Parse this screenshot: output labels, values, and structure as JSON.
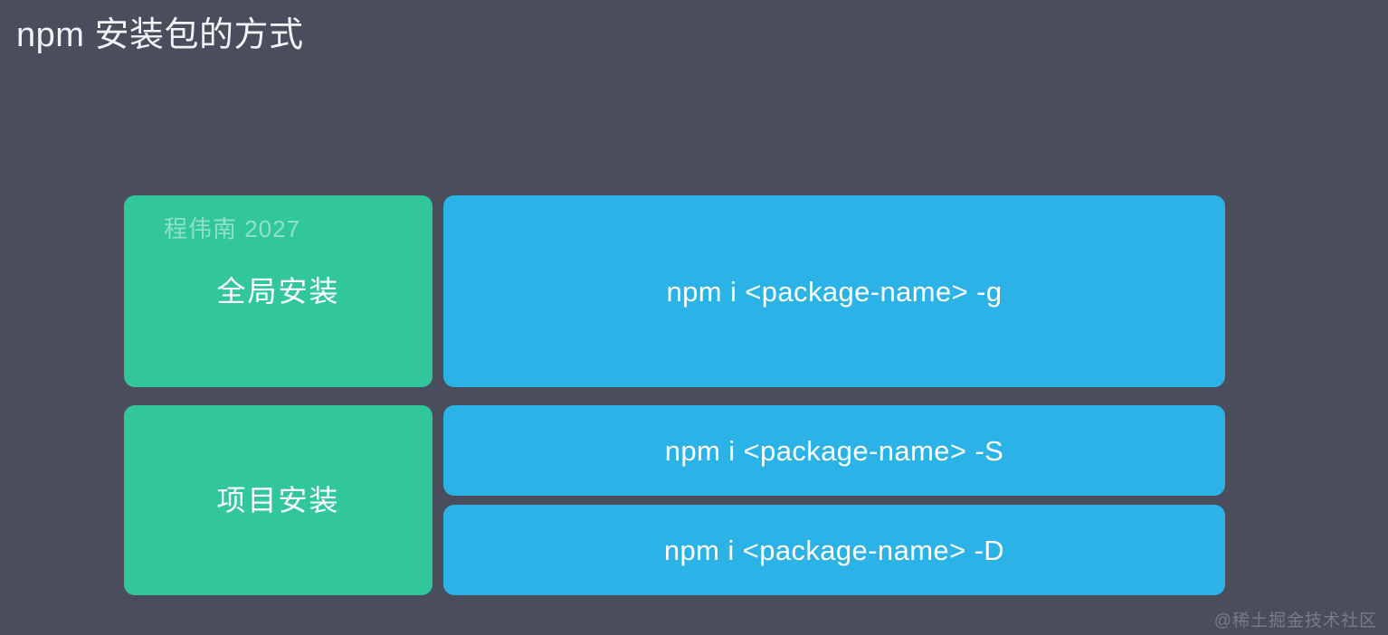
{
  "slide": {
    "title": "npm 安装包的方式",
    "background_color": "#494d5c",
    "label_color": "#32c79a",
    "command_color": "#2bb3e8",
    "text_color": "#ffffff"
  },
  "rows": [
    {
      "label": "全局安装",
      "watermark": "程伟南 2027",
      "commands": [
        "npm i <package-name> -g"
      ]
    },
    {
      "label": "项目安装",
      "watermark": "",
      "commands": [
        "npm i <package-name> -S",
        "npm i <package-name> -D"
      ]
    }
  ],
  "watermarks": {
    "corner": "@稀土掘金技术社区"
  }
}
